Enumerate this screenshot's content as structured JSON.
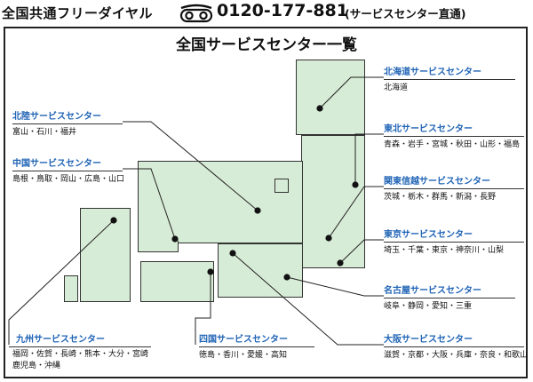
{
  "hotline": {
    "label": "全国共通フリーダイヤル",
    "number": "0120-177-881",
    "note": "(サービスセンター直通)"
  },
  "title": "全国サービスセンター一覧",
  "centers": {
    "hokkaido": {
      "name": "北海道サービスセンター",
      "prefs": "北海道"
    },
    "hokuriku": {
      "name": "北陸サービスセンター",
      "prefs": "富山・石川・福井"
    },
    "tohoku": {
      "name": "東北サービスセンター",
      "prefs": "青森・岩手・宮城・秋田・山形・福島"
    },
    "chugoku": {
      "name": "中国サービスセンター",
      "prefs": "島根・鳥取・岡山・広島・山口"
    },
    "kanto": {
      "name": "関東信越サービスセンター",
      "prefs": "茨城・栃木・群馬・新潟・長野"
    },
    "tokyo": {
      "name": "東京サービスセンター",
      "prefs": "埼玉・千葉・東京・神奈川・山梨"
    },
    "nagoya": {
      "name": "名古屋サービスセンター",
      "prefs": "岐阜・静岡・愛知・三重"
    },
    "kyushu": {
      "name": "九州サービスセンター",
      "prefs_line1": "福岡・佐賀・長崎・熊本・大分・宮崎",
      "prefs_line2": "鹿児島・沖縄"
    },
    "shikoku": {
      "name": "四国サービスセンター",
      "prefs": "徳島・香川・愛媛・高知"
    },
    "osaka": {
      "name": "大阪サービスセンター",
      "prefs": "滋賀・京都・大阪・兵庫・奈良・和歌山"
    }
  },
  "colors": {
    "heading_blue": "#1f63b5",
    "region_fill": "#d7ecd6"
  }
}
